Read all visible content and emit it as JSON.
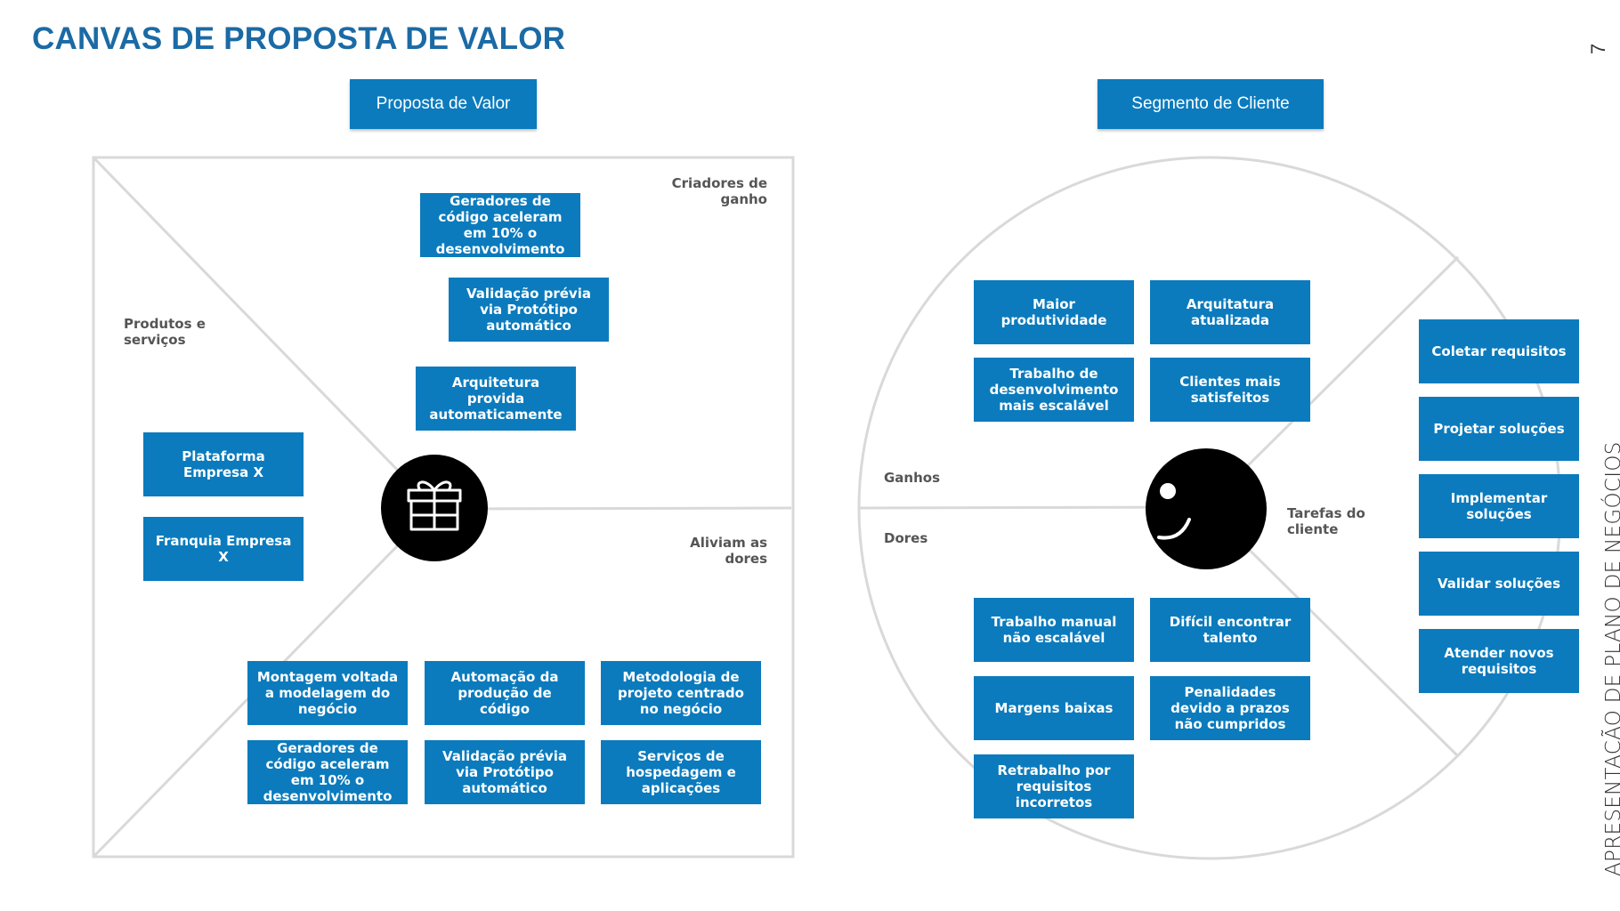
{
  "title": "CANVAS DE PROPOSTA DE VALOR",
  "page_number": "7",
  "side_label": "APRESENTAÇÃO DE PLANO DE NEGÓCIOS",
  "colors": {
    "accent": "#0b7bbd",
    "title": "#1b6aa5",
    "lines": "#d6d6d6"
  },
  "value_proposition": {
    "header": "Proposta de Valor",
    "icon": "gift-icon",
    "labels": {
      "gain_creators": "Criadores de ganho",
      "products_services": "Produtos e serviços",
      "pain_relievers": "Aliviam as dores"
    },
    "gain_creators": [
      "Geradores de código aceleram em 10% o desenvolvimento",
      "Validação prévia via Protótipo automático",
      "Arquitetura provida automaticamente"
    ],
    "products_services": [
      "Plataforma Empresa X",
      "Franquia Empresa X"
    ],
    "pain_relievers": [
      "Montagem voltada a modelagem do negócio",
      "Automação da produção de código",
      "Metodologia de projeto centrado no negócio",
      "Geradores de código aceleram em 10% o desenvolvimento",
      "Validação prévia via Protótipo automático",
      "Serviços de hospedagem e aplicações"
    ]
  },
  "customer_segment": {
    "header": "Segmento de Cliente",
    "icon": "smiley-face-icon",
    "labels": {
      "gains": "Ganhos",
      "pains": "Dores",
      "customer_jobs": "Tarefas do cliente"
    },
    "gains": [
      "Maior produtividade",
      "Arquitatura atualizada",
      "Trabalho de desenvolvimento mais escalável",
      "Clientes mais satisfeitos"
    ],
    "pains": [
      "Trabalho manual não escalável",
      "Difícil encontrar talento",
      "Margens baixas",
      "Penalidades devido a prazos não cumpridos",
      "Retrabalho por requisitos incorretos"
    ],
    "customer_jobs": [
      "Coletar requisitos",
      "Projetar soluções",
      "Implementar soluções",
      "Validar soluções",
      "Atender novos requisitos"
    ]
  }
}
